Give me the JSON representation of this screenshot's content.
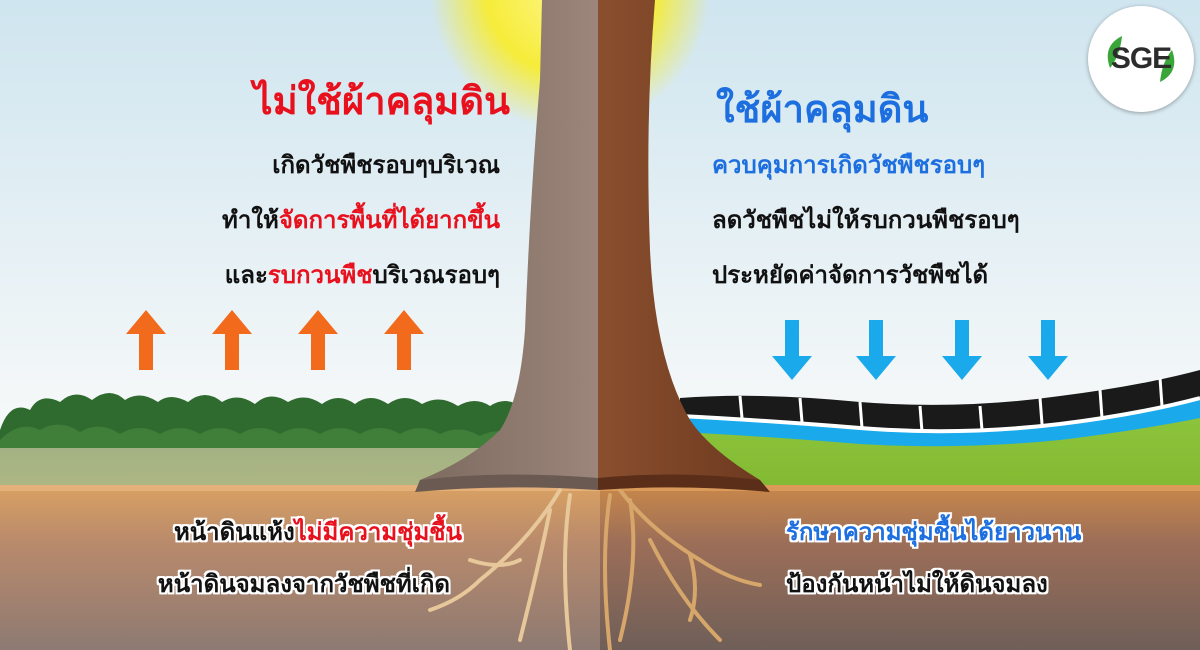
{
  "left_panel": {
    "heading": "ไม่ใช้ผ้าคลุมดิน",
    "lines": [
      [
        {
          "text": "เกิดวัชพืชรอบๆบริเวณ",
          "highlight": false
        }
      ],
      [
        {
          "text": "ทำให้",
          "highlight": false
        },
        {
          "text": "จัดการพื้นที่ได้ยากขึ้น",
          "highlight": true
        }
      ],
      [
        {
          "text": "และ",
          "highlight": false
        },
        {
          "text": "รบกวนพืช",
          "highlight": true
        },
        {
          "text": "บริเวณรอบๆ",
          "highlight": false
        }
      ]
    ],
    "ground_lines": [
      [
        {
          "text": "หน้าดินแห้ง",
          "highlight": false
        },
        {
          "text": "ไม่มีความชุ่มชื้น",
          "highlight": true
        }
      ],
      [
        {
          "text": "หน้าดินจมลงจากวัชพืชที่เกิด",
          "highlight": false
        }
      ]
    ],
    "arrow_direction": "up"
  },
  "right_panel": {
    "heading": "ใช้ผ้าคลุมดิน",
    "lines": [
      [
        {
          "text": "ควบคุมการเกิดวัชพืชรอบๆ",
          "highlight": true
        }
      ],
      [
        {
          "text": "ลดวัชพืชไม่ให้รบกวนพืชรอบๆ",
          "highlight": false
        }
      ],
      [
        {
          "text": "ประหยัดค่าจัดการวัชพืชได้",
          "highlight": false
        }
      ]
    ],
    "ground_lines": [
      [
        {
          "text": "รักษาความชุ่มชื้นได้ยาวนาน",
          "highlight": true
        }
      ],
      [
        {
          "text": "ป้องกันหน้าไม่ให้ดินจมลง",
          "highlight": false
        }
      ]
    ],
    "arrow_direction": "down"
  },
  "logo": {
    "text": "SGE"
  },
  "colors": {
    "left_accent": "#e8101c",
    "right_accent": "#1d6fe0",
    "text": "#111111",
    "arrow_up": "#f26a1b",
    "arrow_down": "#1aa9ea",
    "logo_text": "#2c2c2c",
    "logo_leaf": "#3aa63a"
  },
  "icons": {
    "arrow_up": "arrow-up-icon",
    "arrow_down": "arrow-down-icon",
    "logo_leaf": "leaf-icon"
  }
}
